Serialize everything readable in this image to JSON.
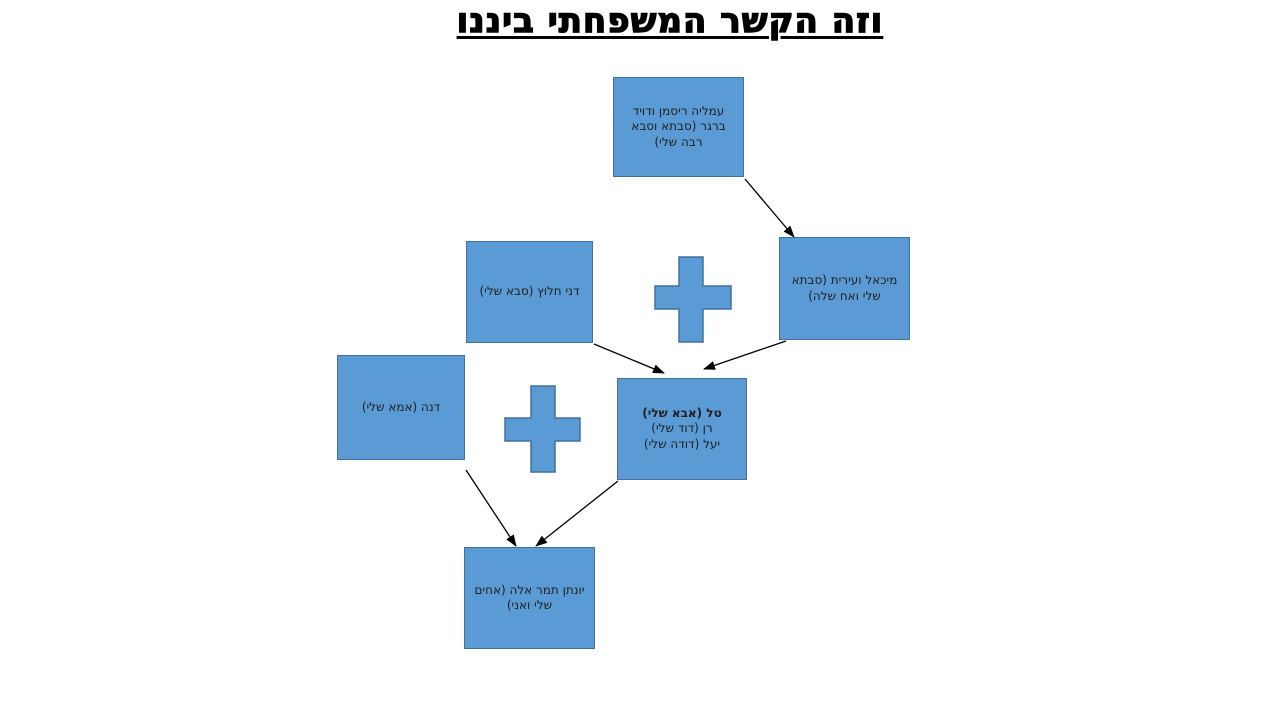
{
  "title": "וזה הקשר המשפחתי ביננו",
  "colors": {
    "box_fill": "#5b9bd5",
    "box_border": "#41719c",
    "arrow_color": "#000000",
    "title_color": "#000000"
  },
  "diagram": {
    "nodes": [
      {
        "id": "great-grandparents",
        "text": "עמליה ריסמן ודויד ברגר (סבתא וסבא רבה שלי)"
      },
      {
        "id": "grandfather",
        "text": "דני חלוץ (סבא שלי)"
      },
      {
        "id": "grandmother",
        "text": "מיכאל ועירית (סבתא שלי ואח שלה)"
      },
      {
        "id": "mother",
        "text": "דנה (אמא שלי)"
      },
      {
        "id": "father",
        "line1": "טל (אבא שלי)",
        "line2": "רן (דוד שלי)",
        "line3": "יעל (דודה שלי)"
      },
      {
        "id": "siblings",
        "text": "יונתן תמר אלה (אחים שלי ואני)"
      }
    ],
    "operators": [
      {
        "id": "plus-grandparents-couple",
        "symbol": "+"
      },
      {
        "id": "plus-parents-couple",
        "symbol": "+"
      }
    ],
    "connections": [
      {
        "from": "great-grandparents",
        "to": "grandmother"
      },
      {
        "from": "grandfather",
        "to": "father"
      },
      {
        "from": "grandmother",
        "to": "father"
      },
      {
        "from": "mother",
        "to": "siblings"
      },
      {
        "from": "father",
        "to": "siblings"
      }
    ]
  }
}
